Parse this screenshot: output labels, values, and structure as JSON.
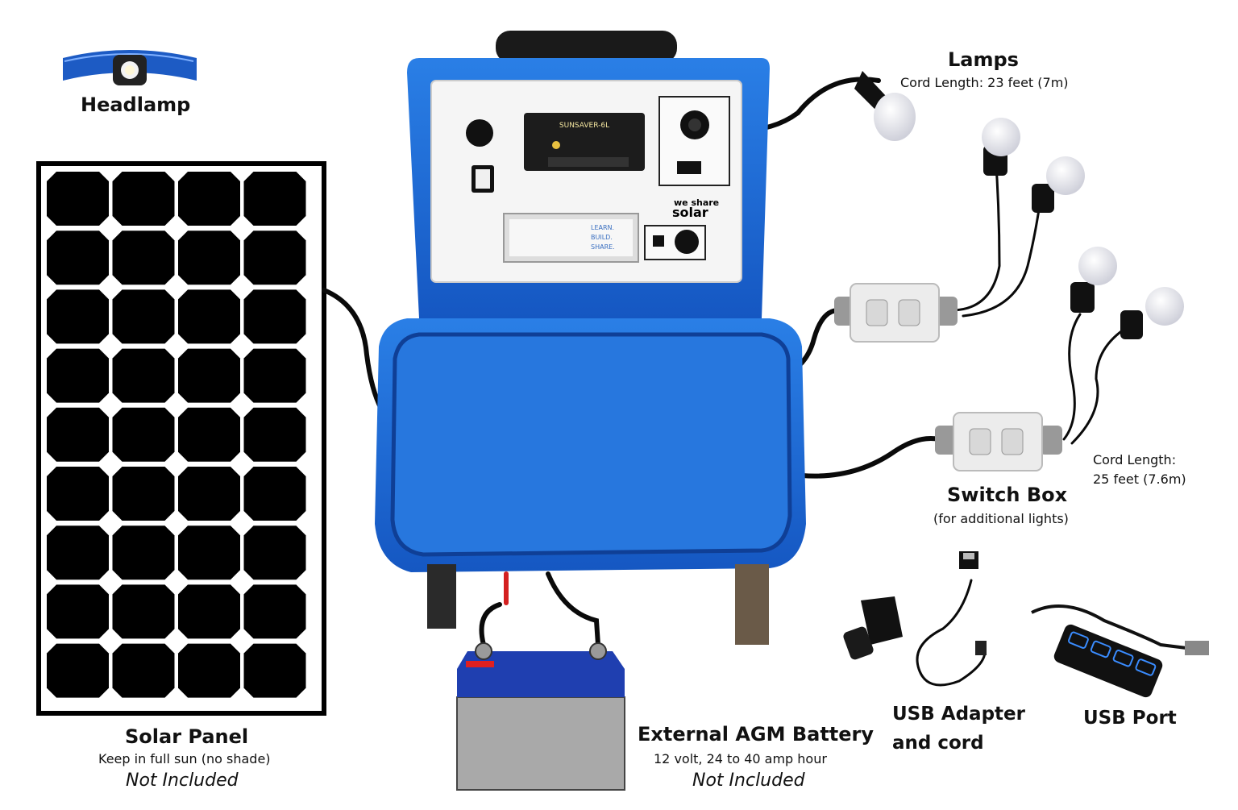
{
  "labels": {
    "headlamp": "Headlamp",
    "lamps_title": "Lamps",
    "lamps_cord": "Cord Length: 23 feet (7m)",
    "switchbox_title": "Switch Box",
    "switchbox_sub": "(for additional lights)",
    "switchbox_cord_1": "Cord Length:",
    "switchbox_cord_2": "25 feet (7.6m)",
    "solar_title": "Solar Panel",
    "solar_sub": "Keep in full sun (no shade)",
    "solar_note": "Not Included",
    "battery_title": "External AGM Battery",
    "battery_sub": "12 volt, 24 to 40 amp hour",
    "battery_note": "Not Included",
    "usb_adapter_1": "USB Adapter",
    "usb_adapter_2": "and cord",
    "usb_port": "USB Port",
    "brand_1": "we share",
    "brand_2": "solar",
    "plaque_1": "LEARN.",
    "plaque_2": "BUILD.",
    "plaque_3": "SHARE.",
    "controller": "SUNSAVER-6L"
  },
  "colors": {
    "case_blue": "#1f6fd6",
    "case_dark": "#0d3f8c",
    "panel_cell": "#000000",
    "battery_top": "#1f3fb0",
    "battery_body": "#a9a9a9",
    "bulb": "#ececf2"
  },
  "solar_panel": {
    "rows": 9,
    "cols": 4
  }
}
